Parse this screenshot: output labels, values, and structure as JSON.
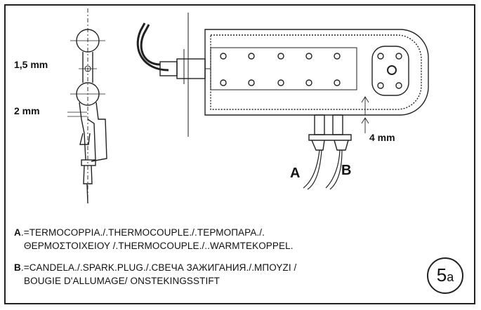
{
  "dimensions": {
    "gap_small": "1,5 mm",
    "gap_large": "2 mm",
    "offset": "4 mm"
  },
  "callouts": {
    "a": "A",
    "b": "B"
  },
  "legend": {
    "a_key": "A",
    "a_line1": ".=TERMOCOPPIA./.THERMOCOUPLE./.ТЕРМОПАРА./.",
    "a_line2": "ΘΕΡΜΟΣΤΟΙΧΕΙΟΥ /.THERMOCOUPLE./..WARMTEKOPPEL.",
    "b_key": "B",
    "b_line1": ".=CANDELA./.SPARK.PLUG./.СВЕЧА ЗАЖИГАНИЯ./.ΜΠΟΥΖΙ /",
    "b_line2": "BOUGIE D'ALLUMAGE/   ONSTEKINGSSTIFT"
  },
  "figure": {
    "number": "5",
    "suffix": "a"
  }
}
